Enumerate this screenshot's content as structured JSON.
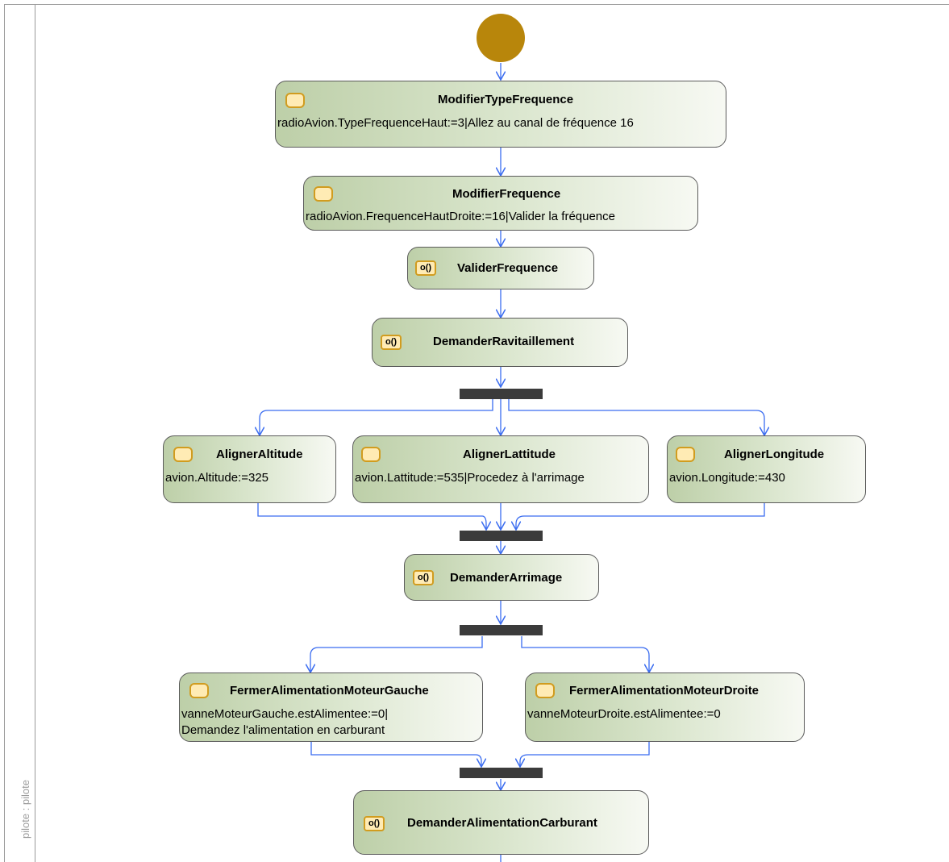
{
  "lane": {
    "label": "pilote : pilote"
  },
  "colors": {
    "edge": "#3a6cf0",
    "start": "#b8860b",
    "bar": "#3b3b3b",
    "chip_border": "#d19c1f",
    "chip_fill": "#ffebb4"
  },
  "actions": {
    "modifier_type_frequence": {
      "title": "ModifierTypeFrequence",
      "detail": "radioAvion.TypeFrequenceHaut:=3|Allez au canal de fréquence 16"
    },
    "modifier_frequence": {
      "title": "ModifierFrequence",
      "detail": "radioAvion.FrequenceHautDroite:=16|Valider la fréquence"
    },
    "valider_frequence": {
      "title": "ValiderFrequence",
      "icon": "o()"
    },
    "demander_ravitaillement": {
      "title": "DemanderRavitaillement",
      "icon": "o()"
    },
    "aligner_altitude": {
      "title": "AlignerAltitude",
      "detail": "avion.Altitude:=325"
    },
    "aligner_lattitude": {
      "title": "AlignerLattitude",
      "detail": "avion.Lattitude:=535|Procedez à l'arrimage"
    },
    "aligner_longitude": {
      "title": "AlignerLongitude",
      "detail": "avion.Longitude:=430"
    },
    "demander_arrimage": {
      "title": "DemanderArrimage",
      "icon": "o()"
    },
    "fermer_gauche": {
      "title": "FermerAlimentationMoteurGauche",
      "detail_line1": "vanneMoteurGauche.estAlimentee:=0|",
      "detail_line2": "Demandez l'alimentation en carburant"
    },
    "fermer_droite": {
      "title": "FermerAlimentationMoteurDroite",
      "detail": "vanneMoteurDroite.estAlimentee:=0"
    },
    "demander_alimentation": {
      "title": "DemanderAlimentationCarburant",
      "icon": "o()"
    }
  }
}
